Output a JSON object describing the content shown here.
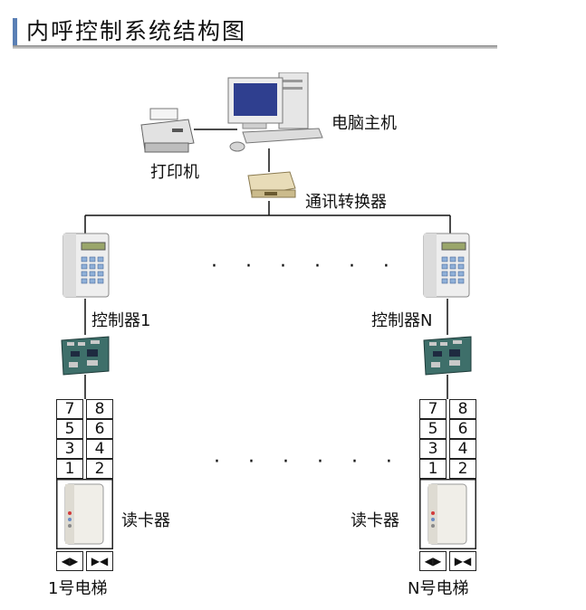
{
  "title": "内呼控制系统结构图",
  "labels": {
    "computer": "电脑主机",
    "printer": "打印机",
    "converter": "通讯转换器",
    "controller_1": "控制器1",
    "controller_n": "控制器N",
    "reader_left": "读卡器",
    "reader_right": "读卡器",
    "elevator_1": "1号电梯",
    "elevator_n": "N号电梯",
    "dots_top": "· · · · · ·",
    "dots_bottom": "· · · · · ·"
  },
  "floor_buttons": [
    [
      "7",
      "8"
    ],
    [
      "5",
      "6"
    ],
    [
      "3",
      "4"
    ],
    [
      "1",
      "2"
    ]
  ],
  "door_buttons": {
    "open": "◀▶",
    "close": "▶◀"
  },
  "colors": {
    "accent": "#5a7fb5",
    "line": "#111111"
  }
}
